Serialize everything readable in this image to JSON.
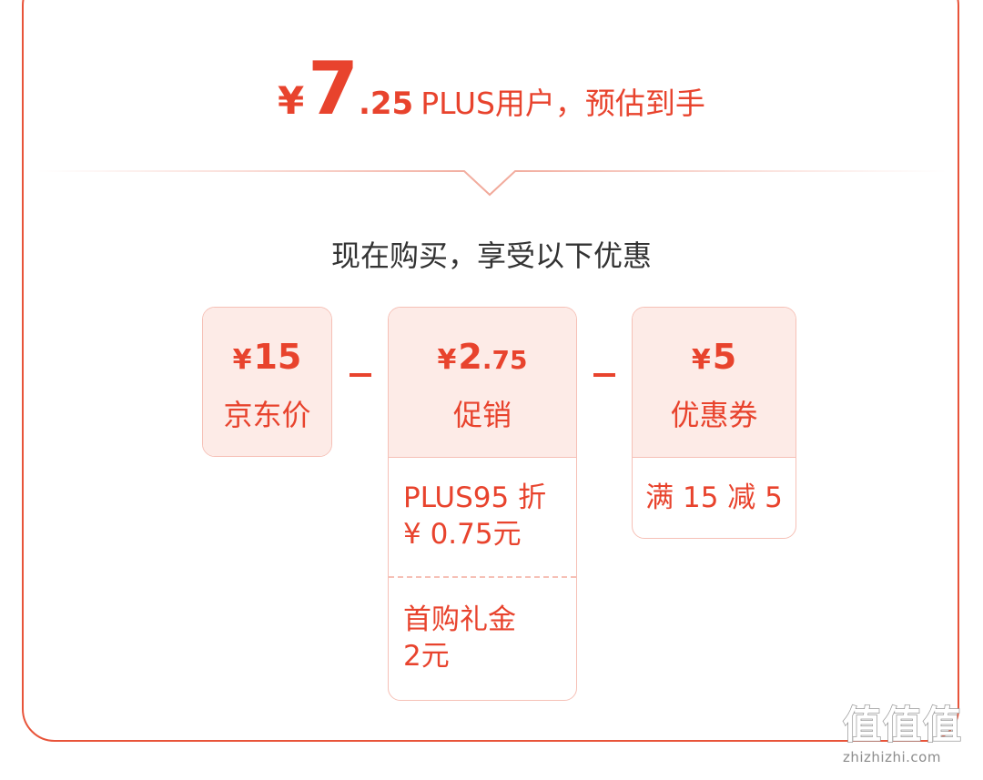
{
  "headline": {
    "currency": "¥",
    "price_integer": "7",
    "price_decimal": ".25",
    "text": "PLUS用户，预估到手"
  },
  "subtitle": "现在购买，享受以下优惠",
  "breakdown": {
    "operator": "−",
    "jd_price": {
      "currency": "¥",
      "amount": "15",
      "label": "京东价"
    },
    "promotion": {
      "currency": "¥",
      "amount_integer": "2",
      "amount_decimal": ".75",
      "label": "促销",
      "details": [
        {
          "line1": "PLUS95 折",
          "line2": "¥ 0.75元"
        },
        {
          "line1": "首购礼金",
          "line2": "2元"
        }
      ]
    },
    "coupon": {
      "currency": "¥",
      "amount": "5",
      "label": "优惠券",
      "details": [
        {
          "line1": "满 15 减 5"
        }
      ]
    }
  },
  "watermark": {
    "chars": [
      "值",
      "值",
      "值"
    ],
    "url": "zhizhizhi.com"
  },
  "colors": {
    "accent": "#e8432d",
    "border": "#e8543a",
    "box_head_bg": "#fdebe7",
    "box_border": "#f6c0b6"
  }
}
